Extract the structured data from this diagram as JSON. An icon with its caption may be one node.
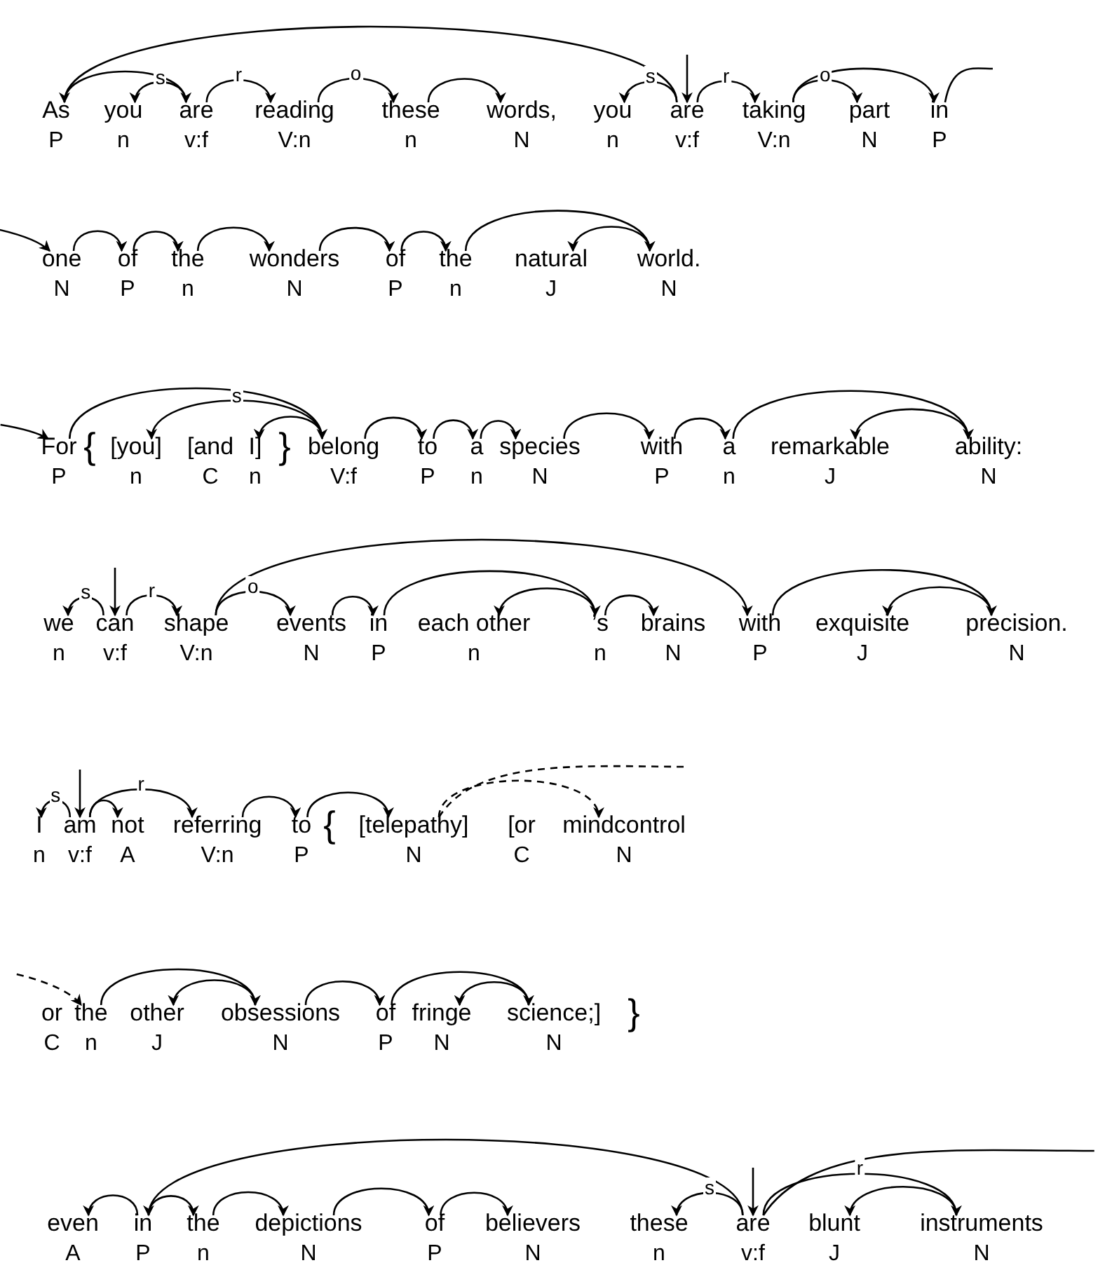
{
  "diagram": {
    "nodes": [
      {
        "text": [
          "As"
        ],
        "beside": [
          "P"
        ]
      },
      {
        "text": [
          "you"
        ],
        "beside": [
          "n"
        ]
      },
      {
        "text": [
          "are"
        ],
        "beside": [
          "v:f"
        ]
      },
      {
        "text": [
          "reading"
        ],
        "beside": [
          "V:n"
        ]
      },
      {
        "text": [
          "these"
        ],
        "beside": [
          "n"
        ]
      },
      {
        "text": [
          "words,"
        ],
        "beside": [
          "N"
        ]
      },
      {
        "text": [
          "you"
        ],
        "beside": [
          "n"
        ]
      },
      {
        "text": [
          "are"
        ],
        "beside": [
          "v:f"
        ]
      },
      {
        "text": [
          "taking"
        ],
        "beside": [
          "V:n"
        ]
      },
      {
        "text": [
          "part"
        ],
        "beside": [
          "N"
        ]
      },
      {
        "text": [
          "in"
        ],
        "beside": [
          "P"
        ]
      },
      {
        "text": [
          "one"
        ],
        "beside": [
          "N"
        ]
      },
      {
        "text": [
          "of"
        ],
        "beside": [
          "P"
        ]
      },
      {
        "text": [
          "the"
        ],
        "beside": [
          "n"
        ]
      },
      {
        "text": [
          "wonders"
        ],
        "beside": [
          "N"
        ]
      },
      {
        "text": [
          "of"
        ],
        "beside": [
          "P"
        ]
      },
      {
        "text": [
          "the"
        ],
        "beside": [
          "n"
        ]
      },
      {
        "text": [
          "natural"
        ],
        "beside": [
          "J"
        ]
      },
      {
        "text": [
          "world."
        ],
        "beside": [
          "N"
        ]
      },
      {
        "text": [
          "For"
        ],
        "beside": [
          "P"
        ]
      },
      {
        "text": [
          "[you]"
        ],
        "beside": [
          "n"
        ]
      },
      {
        "text": [
          "[and"
        ],
        "beside": [
          "C"
        ]
      },
      {
        "text": [
          "I]"
        ],
        "beside": [
          "n"
        ]
      },
      {
        "text": [
          "belong"
        ],
        "beside": [
          "V:f"
        ]
      },
      {
        "text": [
          "to"
        ],
        "beside": [
          "P"
        ]
      },
      {
        "text": [
          "a"
        ],
        "beside": [
          "n"
        ]
      },
      {
        "text": [
          "species"
        ],
        "beside": [
          "N"
        ]
      },
      {
        "text": [
          "with"
        ],
        "beside": [
          "P"
        ]
      },
      {
        "text": [
          "a"
        ],
        "beside": [
          "n"
        ]
      },
      {
        "text": [
          "remarkable"
        ],
        "beside": [
          "J"
        ]
      },
      {
        "text": [
          "ability:"
        ],
        "beside": [
          "N"
        ]
      },
      {
        "text": [
          "we"
        ],
        "beside": [
          "n"
        ]
      },
      {
        "text": [
          "can"
        ],
        "beside": [
          "v:f"
        ]
      },
      {
        "text": [
          "shape"
        ],
        "beside": [
          "V:n"
        ]
      },
      {
        "text": [
          "events"
        ],
        "beside": [
          "N"
        ]
      },
      {
        "text": [
          "in"
        ],
        "beside": [
          "P"
        ]
      },
      {
        "text": [
          "each other"
        ],
        "beside": [
          "n"
        ]
      },
      {
        "text": [
          "’s"
        ],
        "beside": [
          "n"
        ]
      },
      {
        "text": [
          "brains"
        ],
        "beside": [
          "N"
        ]
      },
      {
        "text": [
          "with"
        ],
        "beside": [
          "P"
        ]
      },
      {
        "text": [
          "exquisite"
        ],
        "beside": [
          "J"
        ]
      },
      {
        "text": [
          "precision."
        ],
        "beside": [
          "N"
        ]
      },
      {
        "text": [
          "I"
        ],
        "beside": [
          "n"
        ]
      },
      {
        "text": [
          "am"
        ],
        "beside": [
          "v:f"
        ]
      },
      {
        "text": [
          "not"
        ],
        "beside": [
          "A"
        ]
      },
      {
        "text": [
          "referring"
        ],
        "beside": [
          "V:n"
        ]
      },
      {
        "text": [
          "to"
        ],
        "beside": [
          "P"
        ]
      },
      {
        "text": [
          "[telepathy]"
        ],
        "beside": [
          "N"
        ]
      },
      {
        "text": [
          "[or"
        ],
        "beside": [
          "C"
        ]
      },
      {
        "text": [
          "mindcontrol"
        ],
        "beside": [
          "N"
        ]
      },
      {
        "text": [
          "or"
        ],
        "beside": [
          "C"
        ]
      },
      {
        "text": [
          "the"
        ],
        "beside": [
          "n"
        ]
      },
      {
        "text": [
          "other"
        ],
        "beside": [
          "J"
        ]
      },
      {
        "text": [
          "obsessions"
        ],
        "beside": [
          "N"
        ]
      },
      {
        "text": [
          "of"
        ],
        "beside": [
          "P"
        ]
      },
      {
        "text": [
          "fringe"
        ],
        "beside": [
          "N"
        ]
      },
      {
        "text": [
          "science;]"
        ],
        "beside": [
          "N"
        ]
      },
      {
        "text": [
          "even"
        ],
        "beside": [
          "A"
        ]
      },
      {
        "text": [
          "in"
        ],
        "beside": [
          "P"
        ]
      },
      {
        "text": [
          "the"
        ],
        "beside": [
          "n"
        ]
      },
      {
        "text": [
          "depictions"
        ],
        "beside": [
          "N"
        ]
      },
      {
        "text": [
          "of"
        ],
        "beside": [
          "P"
        ]
      },
      {
        "text": [
          "believers"
        ],
        "beside": [
          "N"
        ]
      },
      {
        "text": [
          "these"
        ],
        "beside": [
          "n"
        ]
      },
      {
        "text": [
          "are"
        ],
        "beside": [
          "v:f"
        ]
      },
      {
        "text": [
          "blunt"
        ],
        "beside": [
          "J"
        ]
      },
      {
        "text": [
          "instruments"
        ],
        "beside": [
          "N"
        ]
      }
    ],
    "edges": [
      {
        "from": 7,
        "to": 0,
        "arrow": "to"
      },
      {
        "from": 0,
        "to": 2,
        "arrow": "to"
      },
      {
        "from": 2,
        "to": 1,
        "arrow": "to",
        "label": "s"
      },
      {
        "from": 2,
        "to": 3,
        "arrow": "to",
        "label": "r"
      },
      {
        "from": 3,
        "to": 4,
        "arrow": "to",
        "label": "o"
      },
      {
        "from": 4,
        "to": 5,
        "arrow": "to"
      },
      {
        "from": 7,
        "to": 6,
        "arrow": "to",
        "label": "s"
      },
      {
        "from": null,
        "to": 7,
        "arrow": "to"
      },
      {
        "from": 7,
        "to": 8,
        "arrow": "to",
        "label": "r"
      },
      {
        "from": 8,
        "to": 9,
        "arrow": "to",
        "label": "o"
      },
      {
        "from": 8,
        "to": 10,
        "arrow": "to"
      },
      {
        "from": 10,
        "to": null,
        "arrow": "none"
      },
      {
        "from": 11,
        "to": 12,
        "arrow": "to"
      },
      {
        "from": 12,
        "to": 13,
        "arrow": "to"
      },
      {
        "from": 13,
        "to": 14,
        "arrow": "to"
      },
      {
        "from": 14,
        "to": 15,
        "arrow": "to"
      },
      {
        "from": 15,
        "to": 16,
        "arrow": "to"
      },
      {
        "from": 16,
        "to": 18,
        "arrow": "to"
      },
      {
        "from": 18,
        "to": 17,
        "arrow": "to"
      },
      {
        "from": null,
        "to": 19,
        "arrow": "to"
      },
      {
        "from": 19,
        "to": 23,
        "arrow": "to"
      },
      {
        "from": 23,
        "to": 20,
        "arrow": "to",
        "label": "s"
      },
      {
        "from": 23,
        "to": 22,
        "arrow": "to"
      },
      {
        "from": 23,
        "to": 24,
        "arrow": "to"
      },
      {
        "from": 24,
        "to": 25,
        "arrow": "to"
      },
      {
        "from": 25,
        "to": 26,
        "arrow": "to"
      },
      {
        "from": 26,
        "to": 27,
        "arrow": "to"
      },
      {
        "from": 27,
        "to": 28,
        "arrow": "to"
      },
      {
        "from": 28,
        "to": 30,
        "arrow": "to"
      },
      {
        "from": 30,
        "to": 29,
        "arrow": "to"
      },
      {
        "from": 32,
        "to": 31,
        "arrow": "to",
        "label": "s"
      },
      {
        "from": null,
        "to": 32,
        "arrow": "to"
      },
      {
        "from": 32,
        "to": 33,
        "arrow": "to",
        "label": "r"
      },
      {
        "from": 33,
        "to": 34,
        "arrow": "to",
        "label": "o"
      },
      {
        "from": 34,
        "to": 35,
        "arrow": "to"
      },
      {
        "from": 35,
        "to": 37,
        "arrow": "to"
      },
      {
        "from": 37,
        "to": 36,
        "arrow": "to"
      },
      {
        "from": 37,
        "to": 38,
        "arrow": "to"
      },
      {
        "from": 33,
        "to": 39,
        "arrow": "to"
      },
      {
        "from": 39,
        "to": 41,
        "arrow": "to"
      },
      {
        "from": 41,
        "to": 40,
        "arrow": "to"
      },
      {
        "from": 43,
        "to": 42,
        "arrow": "to",
        "label": "s"
      },
      {
        "from": null,
        "to": 43,
        "arrow": "to"
      },
      {
        "from": 43,
        "to": 44,
        "arrow": "to"
      },
      {
        "from": 43,
        "to": 45,
        "arrow": "to",
        "label": "r"
      },
      {
        "from": 45,
        "to": 46,
        "arrow": "to"
      },
      {
        "from": 46,
        "to": 47,
        "arrow": "to"
      },
      {
        "from": 47,
        "to": 49,
        "arrow": "to",
        "style": "dashed"
      },
      {
        "from": 47,
        "to": null,
        "arrow": "none",
        "style": "dashed"
      },
      {
        "from": 51,
        "to": 53,
        "arrow": "to"
      },
      {
        "from": 53,
        "to": 52,
        "arrow": "to"
      },
      {
        "from": 53,
        "to": 54,
        "arrow": "to"
      },
      {
        "from": 54,
        "to": 56,
        "arrow": "to"
      },
      {
        "from": 56,
        "to": 55,
        "arrow": "to"
      },
      {
        "from": 58,
        "to": 57,
        "arrow": "to"
      },
      {
        "from": 58,
        "to": 59,
        "arrow": "to"
      },
      {
        "from": 59,
        "to": 60,
        "arrow": "to"
      },
      {
        "from": 60,
        "to": 61,
        "arrow": "to"
      },
      {
        "from": 61,
        "to": 62,
        "arrow": "to"
      },
      {
        "from": 64,
        "to": 58,
        "arrow": "to"
      },
      {
        "from": 64,
        "to": 63,
        "arrow": "to",
        "label": "s"
      },
      {
        "from": null,
        "to": 64,
        "arrow": "to"
      },
      {
        "from": 64,
        "to": null,
        "arrow": "none"
      },
      {
        "from": 64,
        "to": 66,
        "arrow": "to",
        "label": "r"
      },
      {
        "from": 66,
        "to": 65,
        "arrow": "to"
      },
      {
        "from": null,
        "to": 11,
        "arrow": "to"
      },
      {
        "from": null,
        "to": 51,
        "arrow": "to",
        "style": "dashed"
      }
    ],
    "labels": [
      "{",
      "}",
      "{",
      "}"
    ]
  }
}
